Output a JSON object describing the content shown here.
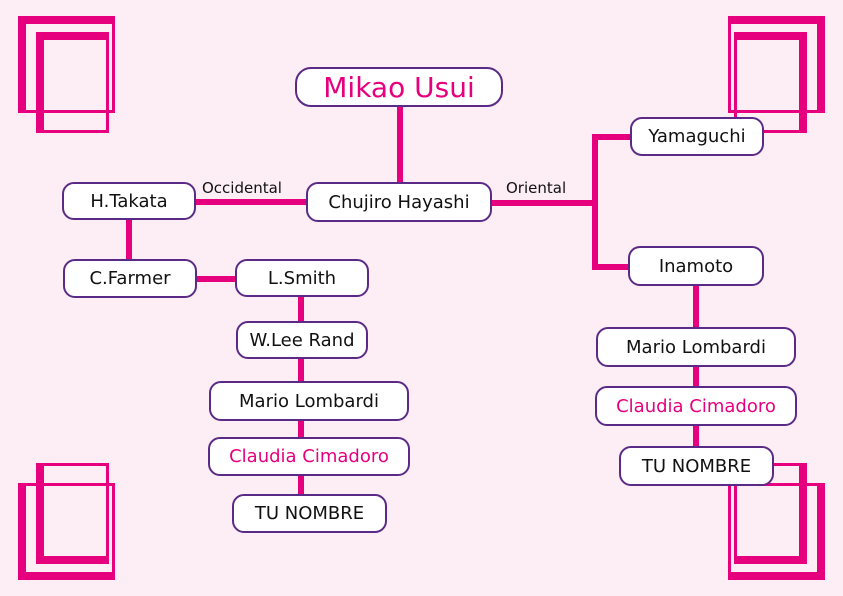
{
  "root": "Mikao Usui",
  "center": "Chujiro Hayashi",
  "branch_labels": {
    "west": "Occidental",
    "east": "Oriental"
  },
  "west": {
    "takata": "H.Takata",
    "farmer": "C.Farmer",
    "smith": "L.Smith",
    "rand": "W.Lee Rand",
    "lombardi": "Mario Lombardi",
    "cimadoro": "Claudia Cimadoro",
    "nombre": "TU NOMBRE"
  },
  "east": {
    "yamaguchi": "Yamaguchi",
    "inamoto": "Inamoto",
    "lombardi": "Mario Lombardi",
    "cimadoro": "Claudia Cimadoro",
    "nombre": "TU NOMBRE"
  },
  "colors": {
    "accent": "#e6007e",
    "border": "#5b2a86",
    "background": "#fdeef6"
  }
}
